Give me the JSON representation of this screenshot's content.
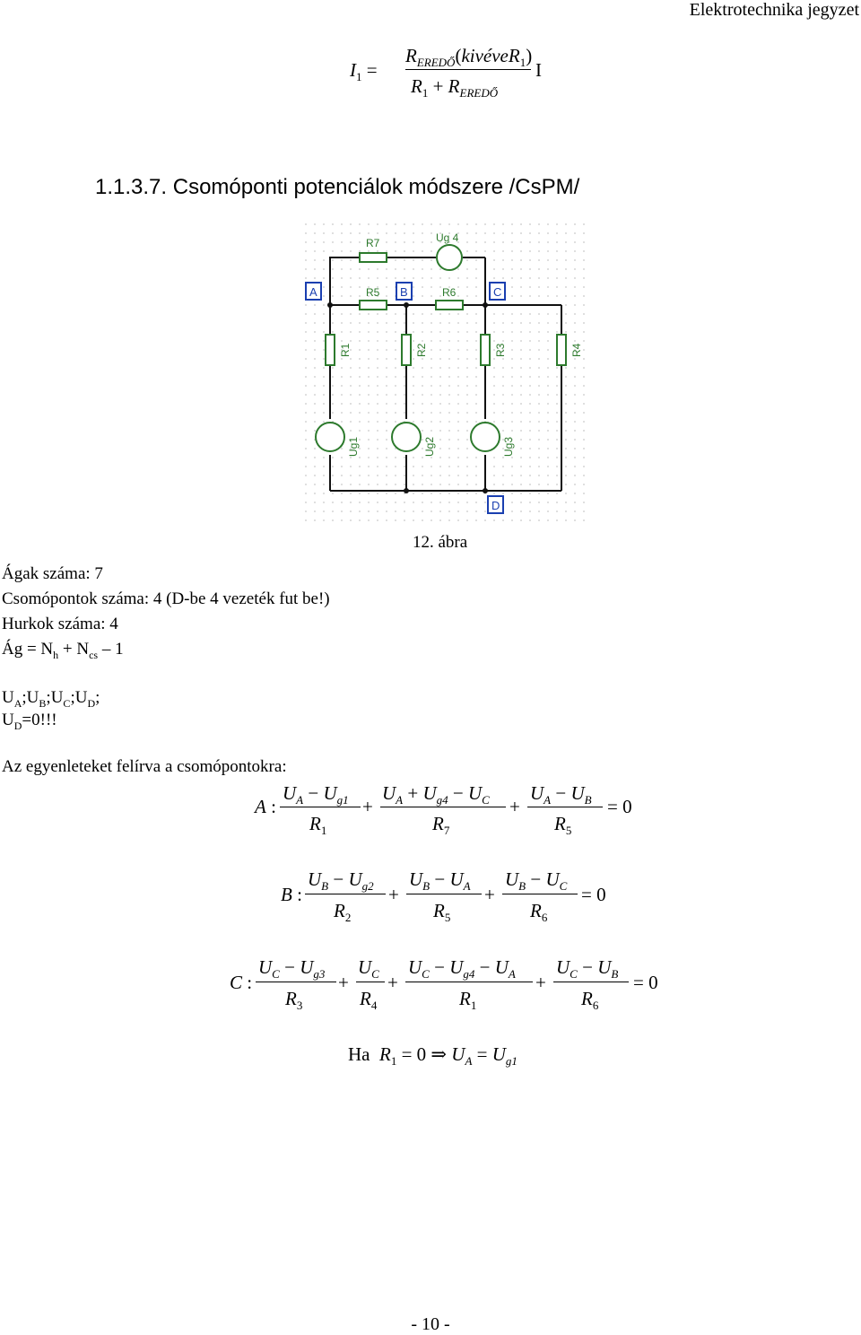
{
  "header": {
    "title": "Elektrotechnika jegyzet"
  },
  "section": {
    "title": "1.1.3.7.   Csomóponti potenciálok módszere /CsPM/"
  },
  "figure": {
    "caption": "12. ábra",
    "nodes": [
      "A",
      "B",
      "C",
      "D"
    ],
    "resistors": [
      "R7",
      "R5",
      "R6",
      "R1",
      "R2",
      "R3",
      "R4"
    ],
    "sources": [
      "Ug 4",
      "Ug1",
      "Ug2",
      "Ug3"
    ],
    "colors": {
      "wire": "#111111",
      "component": "#2d7a2d",
      "node_label": "#1a3fb0",
      "grid_dot": "#c8c8c8"
    }
  },
  "text": {
    "line1": "Ágak száma: 7",
    "line2": "Csomópontok száma: 4 (D-be 4 vezeték fut be!)",
    "line3": "Hurkok száma: 4",
    "line4": "Ág = N",
    "line4_h": "h",
    "line4_mid": " + N",
    "line4_cs": "cs",
    "line4_end": " – 1",
    "potentials": "UA;UB;UC;UD;",
    "ud": "UD=0!!!",
    "intro": "Az egyenleteket felírva a csomópontokra:"
  },
  "formula_top": "I1 = R_EREDŐ(kivéve R1) / (R1 + R_EREDŐ) · I",
  "equations": {
    "A": "A : (UA − Ug1)/R1 + (UA + Ug4 − UC)/R7 + (UA − UB)/R5 = 0",
    "B": "B : (UB − Ug2)/R2 + (UB − UA)/R5 + (UB − UC)/R6 = 0",
    "C": "C : (UC − Ug3)/R3 + UC/R4 + (UC − Ug4 − UA)/R1 + (UC − UB)/R6 = 0",
    "Ha": "Ha R1 = 0 ⇒ UA = Ug1"
  },
  "footer": {
    "page": "- 10 -"
  }
}
